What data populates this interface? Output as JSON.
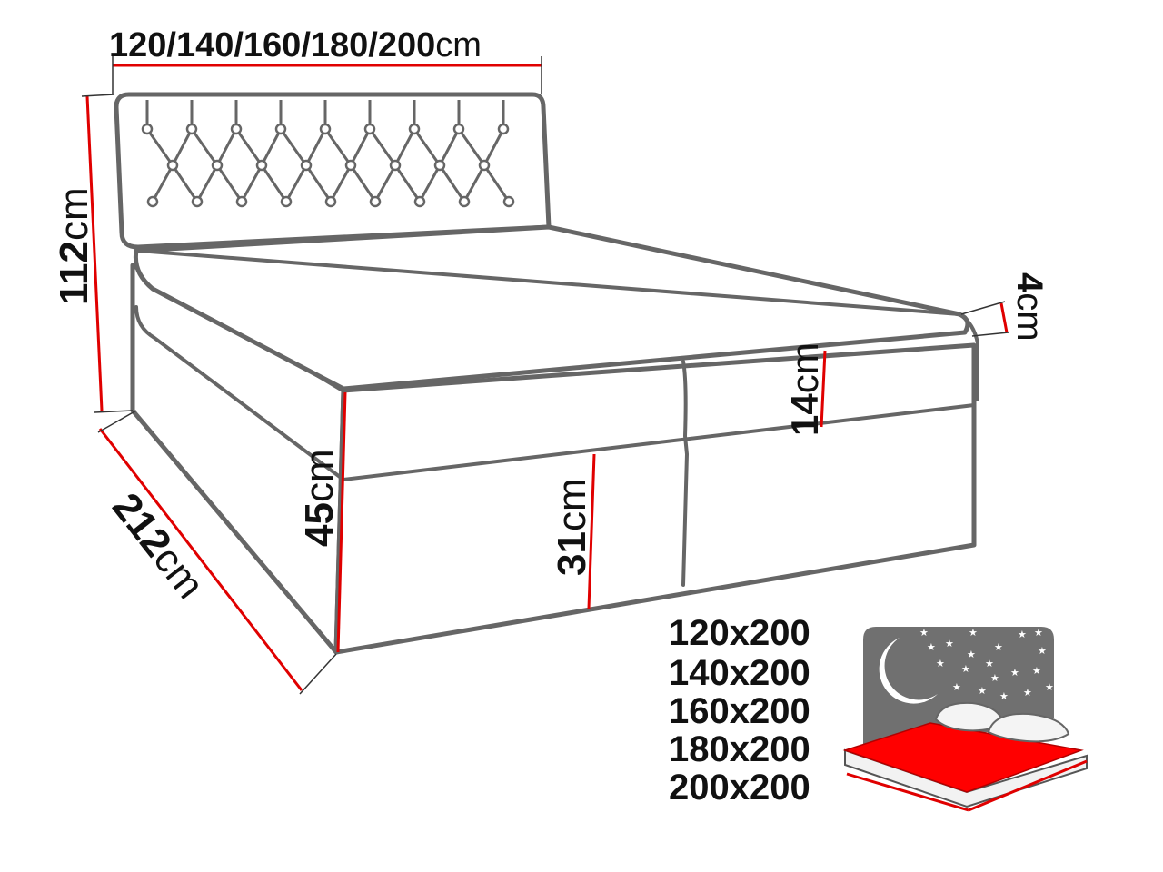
{
  "dimensions": {
    "width_values": "120/140/160/180/200",
    "width_unit": "cm",
    "height_value": "112",
    "height_unit": "cm",
    "topper_value": "4",
    "topper_unit": "cm",
    "mattress_value": "14",
    "mattress_unit": "cm",
    "total_value": "45",
    "total_unit": "cm",
    "base_value": "31",
    "base_unit": "cm",
    "length_value": "212",
    "length_unit": "cm"
  },
  "sizes": [
    "120x200",
    "140x200",
    "160x200",
    "180x200",
    "200x200"
  ],
  "colors": {
    "outline": "#666666",
    "dimension_line": "#e00000",
    "sheet": "#ff0000",
    "night_panel": "#707070"
  },
  "icons": {
    "sleeping_area": "bed-with-moon-and-stars-icon"
  }
}
